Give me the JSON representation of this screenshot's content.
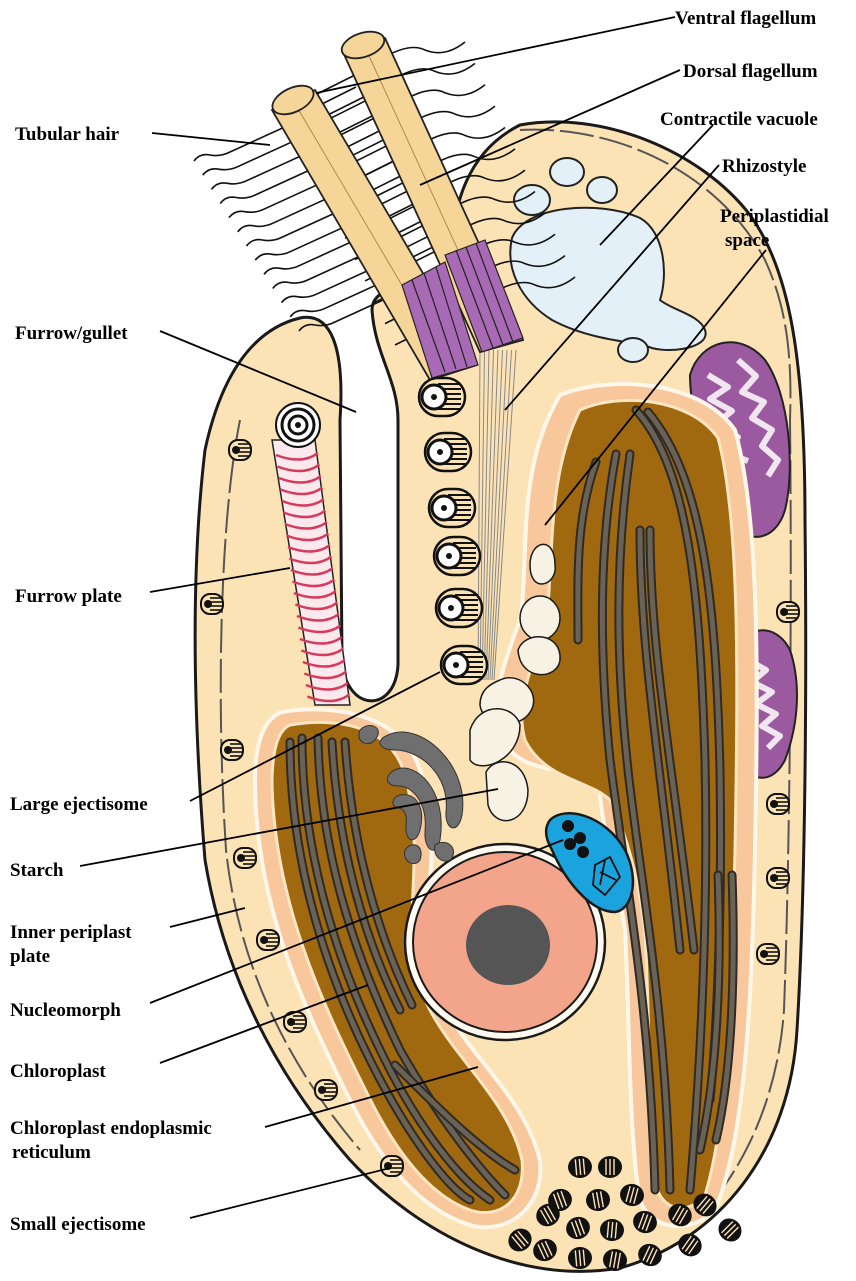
{
  "labels": {
    "ventral_flagellum": "Ventral  flagellum",
    "dorsal_flagellum": "Dorsal flagellum",
    "tubular_hair": "Tubular  hair",
    "contractile_vacuole": "Contractile  vacuole",
    "rhizostyle": "Rhizostyle",
    "periplastidial_line1": "Periplastidial",
    "periplastidial_line2": "space",
    "furrow_gullet": "Furrow/gullet",
    "furrow_plate": "Furrow plate",
    "large_ejectisome": "Large  ejectisome",
    "starch": "Starch",
    "inner_periplast_line1": "Inner periplast",
    "inner_periplast_line2": "plate",
    "nucleomorph": "Nucleomorph",
    "chloroplast": "Chloroplast",
    "cer_line1": "Chloroplast  endoplasmic",
    "cer_line2": "reticulum",
    "small_ejectisome": "Small  ejectisome"
  },
  "colors": {
    "cytoplasm": "#fce3b6",
    "cell_outline": "#1a1a1a",
    "chloroplast": "#a0680f",
    "thylakoid": "#6b6256",
    "nucleus": "#f3a58b",
    "nucleolus": "#555555",
    "nucleomorph": "#1aa3dc",
    "mitochondrion": "#9b5aa0",
    "vacuole": "#e3f0f7",
    "flagellum": "#f6d598",
    "flagellar_root": "#a86ab4",
    "starch": "#f7f2e4",
    "periplastidial": "#f6c69b",
    "furrow_plate": "#d83a5c"
  },
  "icons": [
    "large-ejectisome-icon",
    "small-ejectisome-icon",
    "mitochondrion-icon",
    "golgi-icon"
  ]
}
